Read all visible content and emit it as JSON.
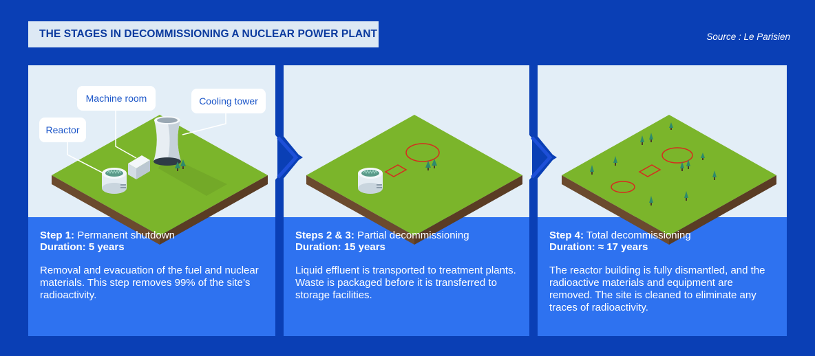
{
  "title": "THE STAGES IN DECOMMISSIONING A NUCLEAR POWER PLANT",
  "source": "Source : Le Parisien",
  "labels": {
    "reactor": "Reactor",
    "machine_room": "Machine room",
    "cooling_tower": "Cooling tower"
  },
  "steps": [
    {
      "heading": "Step 1:",
      "name": "Permanent shutdown",
      "duration": "Duration: 5 years",
      "description": "Removal and evacuation of the fuel and nuclear materials. This step removes 99% of the site’s radioactivity."
    },
    {
      "heading": "Steps 2 & 3:",
      "name": "Partial decommissioning",
      "duration": "Duration: 15 years",
      "description": "Liquid effluent is transported to treatment plants. Waste is packaged before it is transferred to storage facilities."
    },
    {
      "heading": "Step 4:",
      "name": "Total decommissioning",
      "duration": "Duration: ≈ 17 years",
      "description": "The reactor building is fully dismantled, and the radioactive materials and equipment are removed. The site is cleaned to eliminate any traces of radioactivity."
    }
  ],
  "colors": {
    "background": "#0a3fb5",
    "sky": "#e3eef7",
    "card": "#2e72f0",
    "grass": "#7bb52b",
    "soil": "#6b4a2e",
    "marker": "#d62b1f"
  }
}
